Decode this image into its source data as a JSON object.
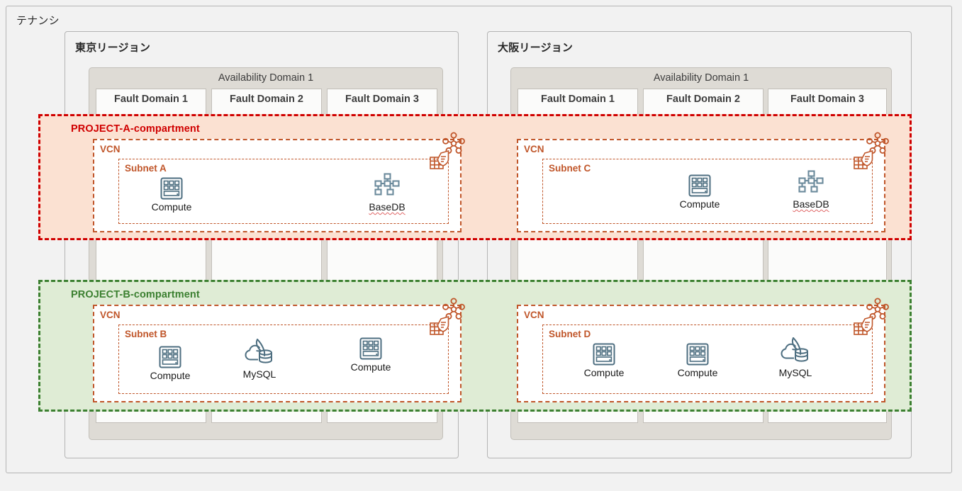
{
  "tenancy": {
    "label": "テナンシ"
  },
  "regions": [
    {
      "id": "tokyo",
      "label_bold": "東京",
      "label_thin": "リージョン",
      "label_full": "東京リージョン",
      "availability_domain": "Availability Domain 1",
      "fault_domains": [
        "Fault Domain 1",
        "Fault Domain 2",
        "Fault Domain 3"
      ]
    },
    {
      "id": "osaka",
      "label_bold": "大阪",
      "label_thin": "リージョン",
      "label_full": "大阪リージョン",
      "availability_domain": "Availability Domain 1",
      "fault_domains": [
        "Fault Domain 1",
        "Fault Domain 2",
        "Fault Domain 3"
      ]
    }
  ],
  "compartments": [
    {
      "id": "project-a",
      "label": "PROJECT-A-compartment",
      "color": "#d00000",
      "fill": "#fbe1d2",
      "vcns": [
        {
          "region": "tokyo",
          "label": "VCN",
          "subnet": {
            "label": "Subnet A",
            "nodes": [
              {
                "icon": "compute-icon",
                "label": "Compute",
                "squiggle": false
              },
              {
                "icon": "basedb-icon",
                "label": "BaseDB",
                "squiggle": true
              }
            ]
          },
          "corner_icons": [
            "network-topology-icon",
            "security-list-icon"
          ]
        },
        {
          "region": "osaka",
          "label": "VCN",
          "subnet": {
            "label": "Subnet C",
            "nodes": [
              {
                "icon": "compute-icon",
                "label": "Compute",
                "squiggle": false
              },
              {
                "icon": "basedb-icon",
                "label": "BaseDB",
                "squiggle": true
              }
            ]
          },
          "corner_icons": [
            "network-topology-icon",
            "security-list-icon"
          ]
        }
      ]
    },
    {
      "id": "project-b",
      "label": "PROJECT-B-compartment",
      "color": "#3c8031",
      "fill": "#dfecd5",
      "vcns": [
        {
          "region": "tokyo",
          "label": "VCN",
          "subnet": {
            "label": "Subnet B",
            "nodes": [
              {
                "icon": "compute-icon",
                "label": "Compute",
                "squiggle": false
              },
              {
                "icon": "mysql-icon",
                "label": "MySQL",
                "squiggle": false
              },
              {
                "icon": "compute-icon",
                "label": "Compute",
                "squiggle": false
              }
            ]
          },
          "corner_icons": [
            "network-topology-icon",
            "security-list-icon"
          ]
        },
        {
          "region": "osaka",
          "label": "VCN",
          "subnet": {
            "label": "Subnet D",
            "nodes": [
              {
                "icon": "compute-icon",
                "label": "Compute",
                "squiggle": false
              },
              {
                "icon": "compute-icon",
                "label": "Compute",
                "squiggle": false
              },
              {
                "icon": "mysql-icon",
                "label": "MySQL",
                "squiggle": false
              }
            ]
          },
          "corner_icons": [
            "network-topology-icon",
            "security-list-icon"
          ]
        }
      ]
    }
  ],
  "colors": {
    "background": "#f2f2f2",
    "tenancy_border": "#b4b4b4",
    "ad_fill": "#dedbd5",
    "fd_fill": "#fbfbfa",
    "vcn_border": "#c0562a",
    "subnet_border": "#c0562a",
    "compartment_a": "#d00000",
    "compartment_b": "#3c8031",
    "icon_blue": "#4d6e80",
    "icon_orange": "#c0562a"
  }
}
